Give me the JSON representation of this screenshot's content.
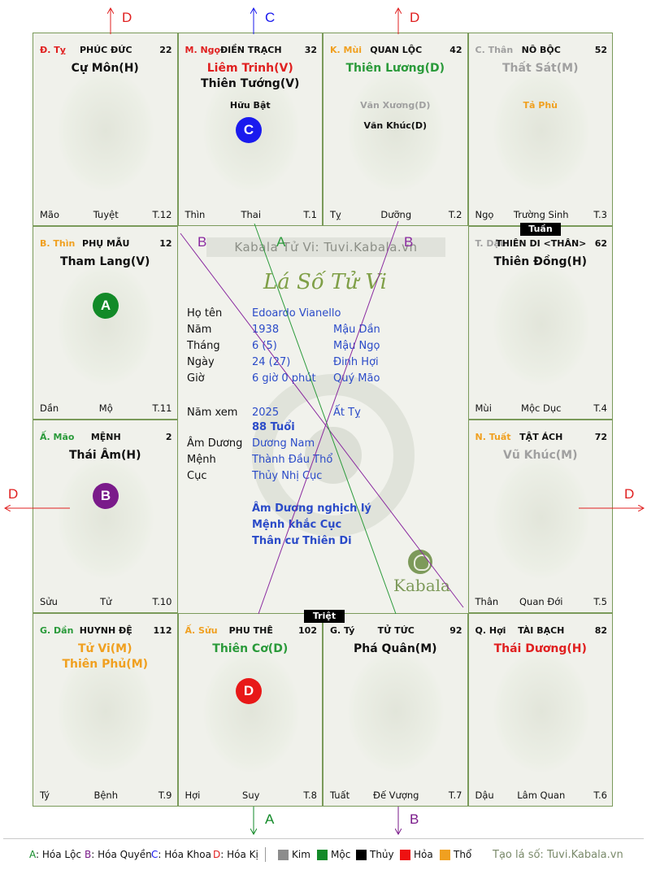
{
  "palaces": [
    {
      "id": "ty",
      "stem": "Đ. Tỵ",
      "stem_color": "#e02020",
      "name": "PHÚC ĐỨC",
      "age": "22",
      "stars": [
        {
          "text": "Cự Môn(H)",
          "color": "#111111"
        }
      ],
      "minors": [],
      "branch": "Mão",
      "phase": "Tuyệt",
      "month": "T.12"
    },
    {
      "id": "ngo",
      "stem": "M. Ngọ",
      "stem_color": "#e02020",
      "name": "ĐIỀN TRẠCH",
      "age": "32",
      "stars": [
        {
          "text": "Liêm Trinh(V)",
          "color": "#e02020"
        },
        {
          "text": "Thiên Tướng(V)",
          "color": "#111111"
        }
      ],
      "minors": [
        {
          "text": "Hữu Bật",
          "color": "#111111"
        }
      ],
      "branch": "Thìn",
      "phase": "Thai",
      "month": "T.1"
    },
    {
      "id": "mui",
      "stem": "K. Mùi",
      "stem_color": "#f0a020",
      "name": "QUAN LỘC",
      "age": "42",
      "stars": [
        {
          "text": "Thiên Lương(D)",
          "color": "#2a9a3a"
        }
      ],
      "minors": [
        {
          "text": "Văn Xương(D)",
          "color": "#a0a0a0"
        },
        {
          "text": "Văn Khúc(D)",
          "color": "#111111"
        }
      ],
      "branch": "Tỵ",
      "phase": "Dưỡng",
      "month": "T.2"
    },
    {
      "id": "than",
      "stem": "C. Thân",
      "stem_color": "#a0a0a0",
      "name": "NÔ BỘC",
      "age": "52",
      "stars": [
        {
          "text": "Thất Sát(M)",
          "color": "#a0a0a0"
        }
      ],
      "minors": [
        {
          "text": "Tả Phù",
          "color": "#f0a020"
        }
      ],
      "branch": "Ngọ",
      "phase": "Trường Sinh",
      "month": "T.3"
    },
    {
      "id": "dau",
      "stem": "T. Dậu",
      "stem_color": "#a0a0a0",
      "name": "THIÊN DI <THÂN>",
      "age": "62",
      "stars": [
        {
          "text": "Thiên Đồng(H)",
          "color": "#111111"
        }
      ],
      "minors": [],
      "branch": "Mùi",
      "phase": "Mộc Dục",
      "month": "T.4"
    },
    {
      "id": "tuat",
      "stem": "N. Tuất",
      "stem_color": "#f0a020",
      "name": "TẬT ÁCH",
      "age": "72",
      "stars": [
        {
          "text": "Vũ Khúc(M)",
          "color": "#a0a0a0"
        }
      ],
      "minors": [],
      "branch": "Thân",
      "phase": "Quan Đới",
      "month": "T.5"
    },
    {
      "id": "hoi",
      "stem": "Q. Hợi",
      "stem_color": "#111111",
      "name": "TÀI BẠCH",
      "age": "82",
      "stars": [
        {
          "text": "Thái Dương(H)",
          "color": "#e02020"
        }
      ],
      "minors": [],
      "branch": "Dậu",
      "phase": "Lâm Quan",
      "month": "T.6"
    },
    {
      "id": "ti",
      "stem": "G. Tý",
      "stem_color": "#111111",
      "name": "TỬ TỨC",
      "age": "92",
      "stars": [
        {
          "text": "Phá Quân(M)",
          "color": "#111111"
        }
      ],
      "minors": [],
      "branch": "Tuất",
      "phase": "Đế Vượng",
      "month": "T.7"
    },
    {
      "id": "suu",
      "stem": "Ấ. Sửu",
      "stem_color": "#f0a020",
      "name": "PHU THÊ",
      "age": "102",
      "stars": [
        {
          "text": "Thiên Cơ(D)",
          "color": "#2a9a3a"
        }
      ],
      "minors": [],
      "branch": "Hợi",
      "phase": "Suy",
      "month": "T.8"
    },
    {
      "id": "dan",
      "stem": "G. Dần",
      "stem_color": "#2a9a3a",
      "name": "HUYNH ĐỆ",
      "age": "112",
      "stars": [
        {
          "text": "Tử Vi(M)",
          "color": "#f0a020"
        },
        {
          "text": "Thiên Phủ(M)",
          "color": "#f0a020"
        }
      ],
      "minors": [],
      "branch": "Tý",
      "phase": "Bệnh",
      "month": "T.9"
    },
    {
      "id": "mao",
      "stem": "Ấ. Mão",
      "stem_color": "#2a9a3a",
      "name": "MỆNH",
      "age": "2",
      "stars": [
        {
          "text": "Thái Âm(H)",
          "color": "#111111"
        }
      ],
      "minors": [],
      "branch": "Sửu",
      "phase": "Tử",
      "month": "T.10"
    },
    {
      "id": "thin",
      "stem": "B. Thìn",
      "stem_color": "#f0a020",
      "name": "PHỤ MẪU",
      "age": "12",
      "stars": [
        {
          "text": "Tham Lang(V)",
          "color": "#111111"
        }
      ],
      "minors": [],
      "branch": "Dần",
      "phase": "Mộ",
      "month": "T.11"
    }
  ],
  "hoa_markers": [
    {
      "palace": "ngo",
      "letter": "C",
      "color": "#1a1aee"
    },
    {
      "palace": "thin",
      "letter": "A",
      "color": "#128a28"
    },
    {
      "palace": "mao",
      "letter": "B",
      "color": "#7a1a8a"
    },
    {
      "palace": "suu",
      "letter": "D",
      "color": "#e81818"
    }
  ],
  "tags": {
    "tuan": "Tuần",
    "triet": "Triệt"
  },
  "center": {
    "watermark": "Kabala Tử Vi: Tuvi.Kabala.vn",
    "logo_title": "Lá Số Tử Vi",
    "kabala_word": "Kabala",
    "rows": [
      {
        "label": "Họ tên",
        "v1": "Edoardo Vianello",
        "v2": ""
      },
      {
        "label": "Năm",
        "v1": "1938",
        "v2": "Mậu Dần"
      },
      {
        "label": "Tháng",
        "v1": "6  (5)",
        "v2": "Mậu Ngọ"
      },
      {
        "label": "Ngày",
        "v1": "24  (27)",
        "v2": "Đinh Hợi"
      },
      {
        "label": "Giờ",
        "v1": "6 giờ 0 phút",
        "v2": "Quý Mão"
      },
      {
        "label": "Năm xem",
        "v1": "2025",
        "v2": "Ất Tỵ"
      },
      {
        "label": "",
        "v1": "88 Tuổi",
        "v2": ""
      },
      {
        "label": "Âm Dương",
        "v1": "Dương Nam",
        "v2": ""
      },
      {
        "label": "Mệnh",
        "v1": "Thành Đầu Thổ",
        "v2": ""
      },
      {
        "label": "Cục",
        "v1": "Thủy Nhị Cục",
        "v2": ""
      }
    ],
    "notes": [
      "Âm Dương nghịch lý",
      "Mệnh khắc Cục",
      "Thân cư Thiên Di"
    ]
  },
  "arrows": [
    {
      "letter": "D",
      "color": "#e02020"
    },
    {
      "letter": "C",
      "color": "#1a1aee"
    },
    {
      "letter": "D",
      "color": "#e02020"
    },
    {
      "letter": "D",
      "color": "#e02020"
    },
    {
      "letter": "D",
      "color": "#e02020"
    },
    {
      "letter": "A",
      "color": "#128a28"
    },
    {
      "letter": "B",
      "color": "#7a1a8a"
    }
  ],
  "lines": [
    {
      "label_start": "B",
      "label_end": "",
      "color": "#8a2aa0"
    },
    {
      "label_start": "A",
      "label_end": "",
      "color": "#2a9a3a"
    },
    {
      "label_start": "B",
      "label_end": "",
      "color": "#8a2aa0"
    }
  ],
  "legend": {
    "items": [
      {
        "key": "A",
        "text": ": Hóa Lộc",
        "color": "#128a28"
      },
      {
        "key": "B",
        "text": ": Hóa Quyền",
        "color": "#7a1a8a"
      },
      {
        "key": "C",
        "text": ": Hóa Khoa",
        "color": "#1a1aee"
      },
      {
        "key": "D",
        "text": ": Hóa Kị",
        "color": "#e02020"
      }
    ],
    "elements": [
      {
        "name": "Kim",
        "color": "#8c8c8c"
      },
      {
        "name": "Mộc",
        "color": "#128a28"
      },
      {
        "name": "Thủy",
        "color": "#000000"
      },
      {
        "name": "Hỏa",
        "color": "#ee1111"
      },
      {
        "name": "Thổ",
        "color": "#f0a020"
      }
    ],
    "credit": "Tạo lá số: Tuvi.Kabala.vn"
  }
}
